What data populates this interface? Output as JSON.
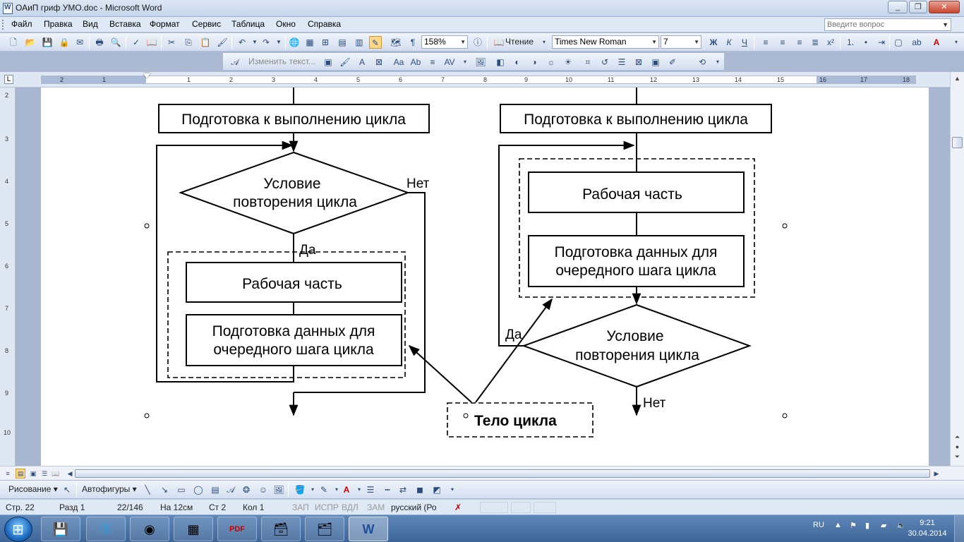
{
  "window": {
    "title": "ОАиП гриф УМО.doc - Microsoft Word",
    "minimize": "_",
    "maximize": "❐",
    "close": "✕"
  },
  "menu": {
    "items": [
      "Файл",
      "Правка",
      "Вид",
      "Вставка",
      "Формат",
      "Сервис",
      "Таблица",
      "Окно",
      "Справка"
    ],
    "help_placeholder": "Введите вопрос"
  },
  "toolbar": {
    "zoom": "158%",
    "reading": "Чтение",
    "font_name": "Times New Roman",
    "font_size": "7",
    "bold": "Ж",
    "italic": "К",
    "underline": "Ч",
    "edit_text": "Изменить текст..."
  },
  "ruler": {
    "h_numbers": [
      "2",
      "1",
      "1",
      "2",
      "3",
      "4",
      "5",
      "6",
      "7",
      "8",
      "9",
      "10",
      "11",
      "12",
      "13",
      "14",
      "15",
      "16",
      "17",
      "18"
    ],
    "v_numbers": [
      "2",
      "3",
      "4",
      "5",
      "6",
      "7",
      "8",
      "9",
      "10"
    ]
  },
  "diagram": {
    "left": {
      "prep": "Подготовка к выполнению цикла",
      "condition_line1": "Условие",
      "condition_line2": "повторения цикла",
      "no_label": "Нет",
      "yes_label": "Да",
      "work": "Рабочая часть",
      "next_line1": "Подготовка данных для",
      "next_line2": "очередного шага цикла"
    },
    "right": {
      "prep": "Подготовка к выполнению цикла",
      "work": "Рабочая часть",
      "next_line1": "Подготовка данных для",
      "next_line2": "очередного шага цикла",
      "condition_line1": "Условие",
      "condition_line2": "повторения цикла",
      "yes_label": "Да",
      "no_label": "Нет"
    },
    "body_label": "Тело цикла"
  },
  "drawing": {
    "draw_menu": "Рисование",
    "autoshapes": "Автофигуры"
  },
  "status": {
    "page": "Стр. 22",
    "section": "Разд 1",
    "pages": "22/146",
    "at": "На 12см",
    "line": "Ст 2",
    "col": "Кол 1",
    "rec": "ЗАП",
    "trk": "ИСПР",
    "ext": "ВДЛ",
    "ovr": "ЗАМ",
    "lang": "русский (Ро"
  },
  "taskbar": {
    "lang": "RU",
    "time": "9:21",
    "date": "30.04.2014",
    "pdf": "PDF"
  }
}
